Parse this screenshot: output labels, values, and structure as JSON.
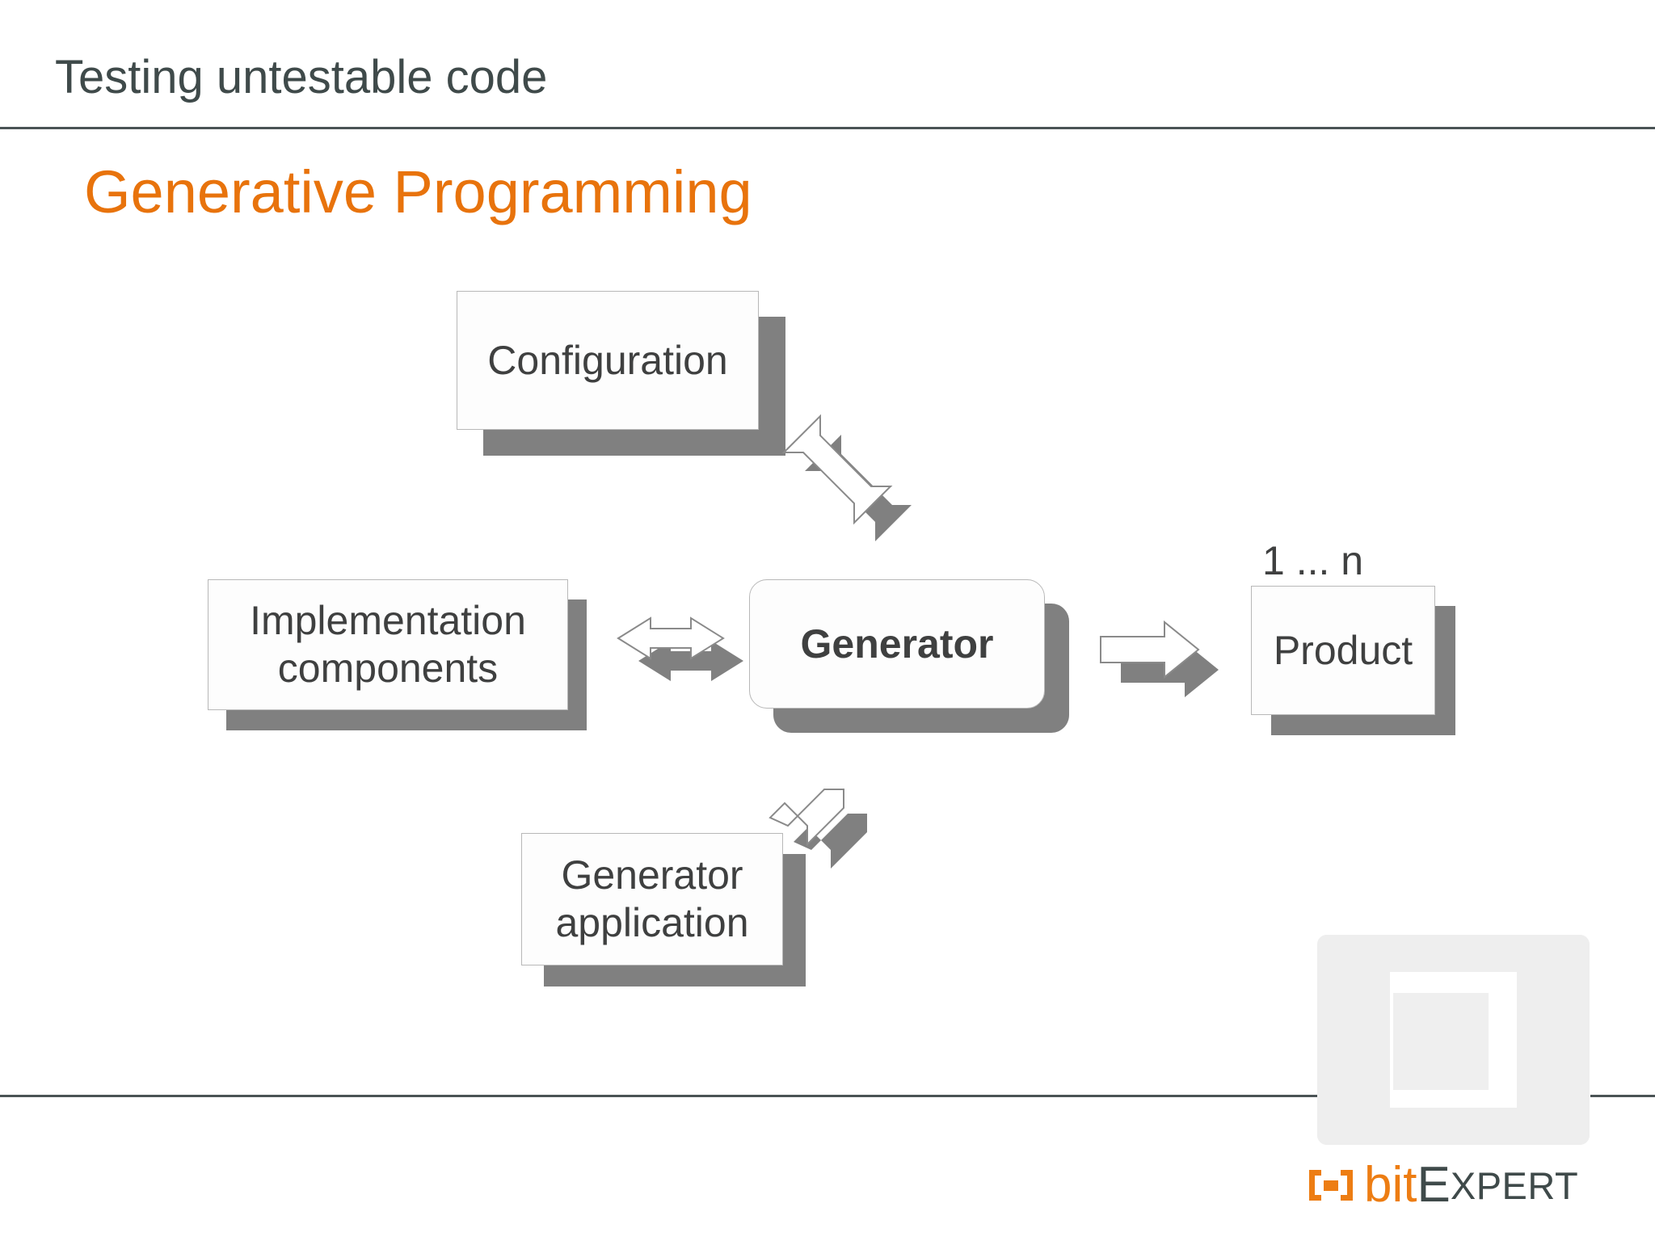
{
  "header": {
    "title": "Testing untestable code"
  },
  "slide": {
    "title": "Generative Programming"
  },
  "diagram": {
    "boxes": [
      {
        "id": "configuration",
        "label": "Configuration"
      },
      {
        "id": "implementation",
        "label": "Implementation\ncomponents"
      },
      {
        "id": "generator",
        "label": "Generator"
      },
      {
        "id": "generator-application",
        "label": "Generator\napplication"
      },
      {
        "id": "product",
        "label": "Product"
      }
    ],
    "captions": {
      "product_multiplicity": "1 ... n"
    },
    "arrows": [
      {
        "id": "configuration-to-generator",
        "from": "Configuration",
        "to": "Generator",
        "direction": "down-right",
        "style": "single"
      },
      {
        "id": "implementation-to-generator",
        "from": "Implementation components",
        "to": "Generator",
        "direction": "horizontal",
        "style": "double"
      },
      {
        "id": "generator-application-to-generator",
        "from": "Generator application",
        "to": "Generator",
        "direction": "up-right",
        "style": "single"
      },
      {
        "id": "generator-to-product",
        "from": "Generator",
        "to": "Product",
        "direction": "right",
        "style": "single"
      }
    ]
  },
  "branding": {
    "logo_bit": "bit",
    "logo_e": "E",
    "logo_xpert": "XPERT"
  },
  "colors": {
    "accent_orange": "#e8730c",
    "logo_orange": "#ed7d13",
    "text_dark": "#3f4a4a",
    "box_shadow_gray": "#808080",
    "box_border_gray": "#b8b8b8",
    "watermark_gray": "#eeeeee"
  }
}
